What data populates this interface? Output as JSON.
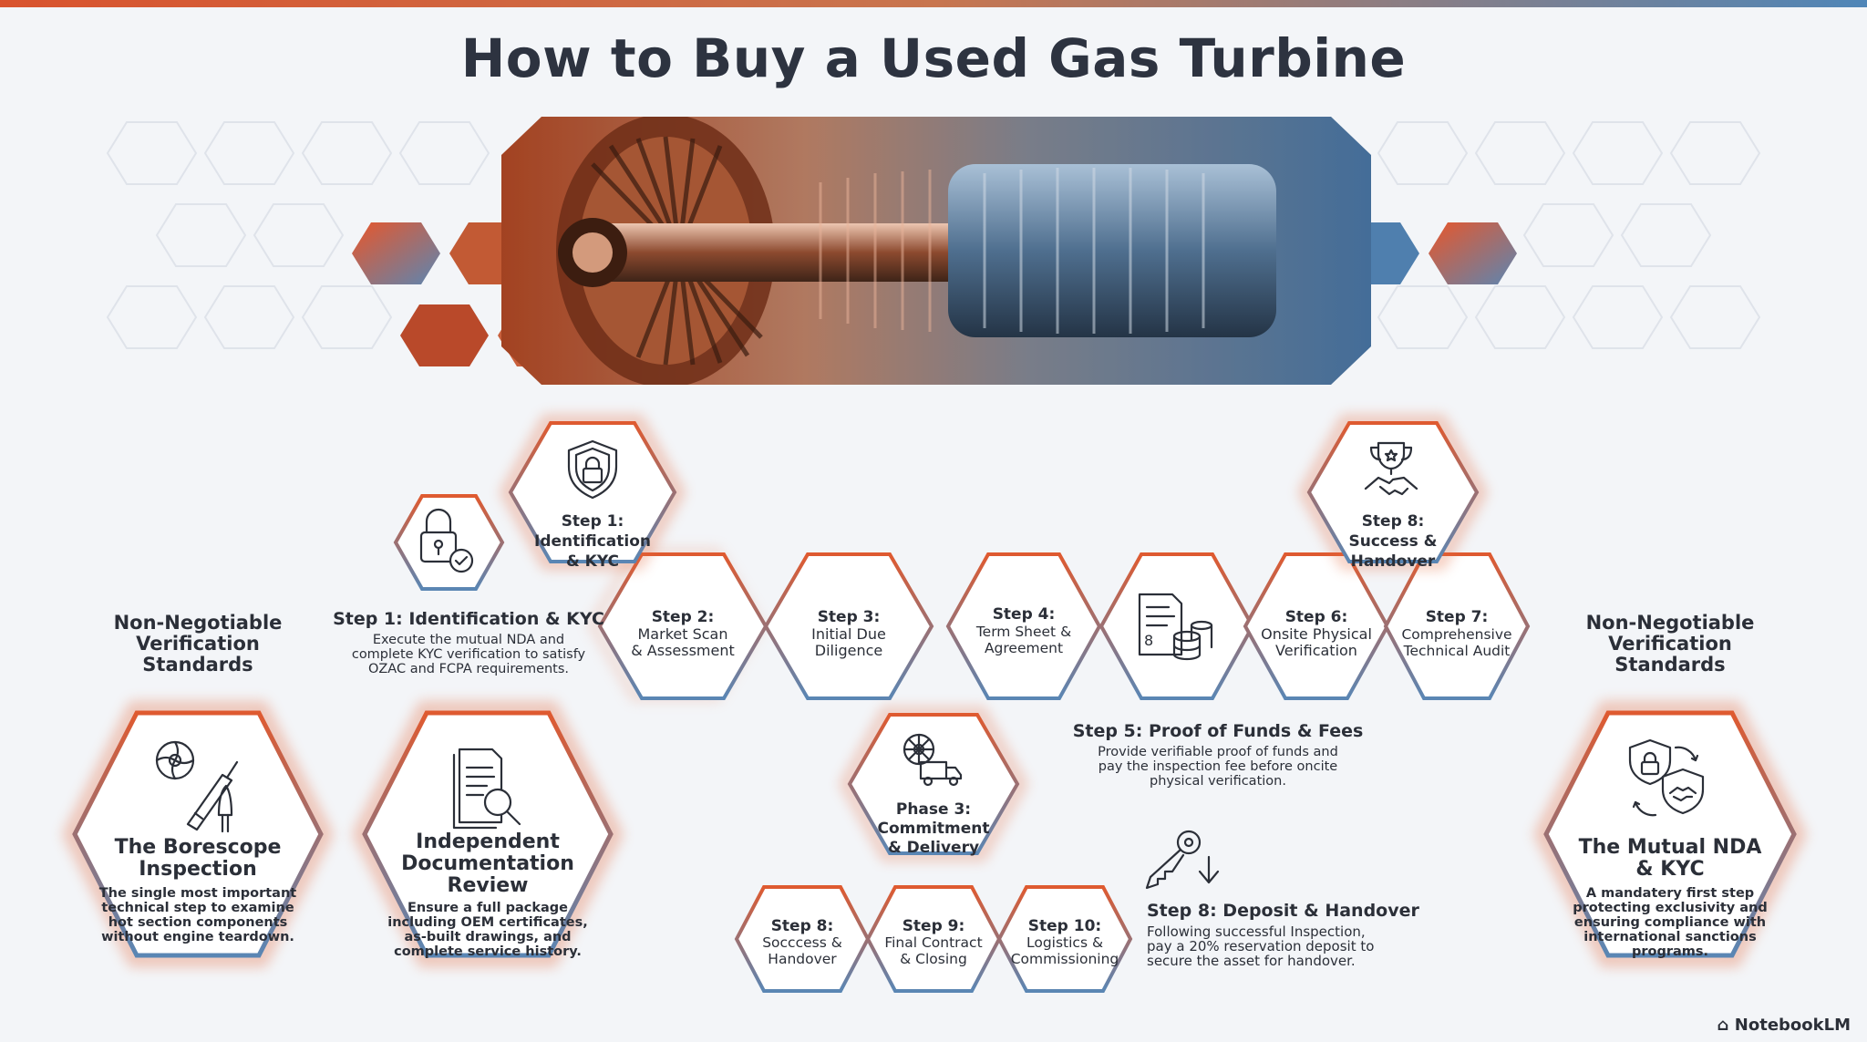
{
  "title": "How to Buy a Used Gas Turbine",
  "brand": "NotebookLM",
  "colors": {
    "orange": "#d9532e",
    "blue": "#4f86b8",
    "dark": "#2b2f38"
  },
  "left_panel": {
    "heading": [
      "Non-Negotiable",
      "Verification",
      "Standards"
    ],
    "cards": [
      {
        "icon": "borescope-icon",
        "title": [
          "The Borescope",
          "Inspection"
        ],
        "body": [
          "The single most important",
          "technical step to examine",
          "hot section components",
          "without engine teardown."
        ]
      },
      {
        "icon": "document-search-icon",
        "title": [
          "Independent",
          "Documentation",
          "Review"
        ],
        "body": [
          "Ensure a full package",
          "including OEM certificates,",
          "as-built drawings, and",
          "complete service history."
        ]
      }
    ]
  },
  "right_panel": {
    "heading": [
      "Non-Negotiable",
      "Verification",
      "Standards"
    ],
    "card": {
      "icon": "nda-handshake-icon",
      "title": [
        "The Mutual NDA",
        "& KYC"
      ],
      "body": [
        "A mandatery first step",
        "protecting exclusivity and",
        "ensuring compliance with",
        "international sanctions",
        "programs."
      ]
    }
  },
  "steps": {
    "step1": [
      "Step 1:",
      "Identification",
      "& KYC"
    ],
    "step2": [
      "Step 2:",
      "Market Scan",
      "& Assessment"
    ],
    "step3": [
      "Step 3:",
      "Initial Due",
      "Diligence"
    ],
    "step4": [
      "Step 4:",
      "Term Sheet &",
      "Agreement"
    ],
    "step6": [
      "Step 6:",
      "Onsite Physical",
      "Verification"
    ],
    "step7": [
      "Step 7:",
      "Comprehensive",
      "Technical Audit"
    ],
    "step8top": [
      "Step 8:",
      "Success &",
      "Handover"
    ],
    "phase3": [
      "Phase 3:",
      "Commitment",
      "& Delivery"
    ],
    "step8b": [
      "Step 8:",
      "Socccess &",
      "Handover"
    ],
    "step9": [
      "Step 9:",
      "Final Contract",
      "& Closing"
    ],
    "step10": [
      "Step 10:",
      "Logistics &",
      "Commissioning"
    ]
  },
  "callouts": {
    "step1": {
      "title": "Step 1: Identification & KYC",
      "body": [
        "Execute the mutual NDA and",
        "complete KYC verification to satisfy",
        "OZAC and FCPA requirements."
      ]
    },
    "step5": {
      "title": "Step 5: Proof of Funds & Fees",
      "body": [
        "Provide verifiable proof of funds and",
        "pay the inspection fee before oncite",
        "physical verification."
      ]
    },
    "step8": {
      "title": "Step 8: Deposit & Handover",
      "body": [
        "Following successful Inspection,",
        "pay a 20% reservation deposit to",
        "secure the asset for handover."
      ]
    }
  }
}
